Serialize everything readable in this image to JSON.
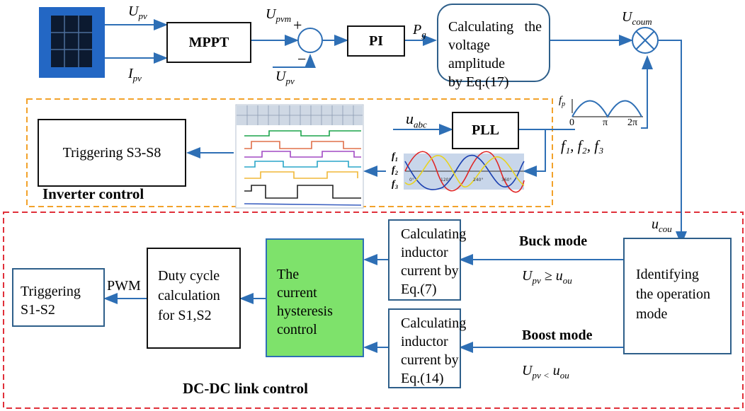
{
  "labels": {
    "upv_in": "U",
    "upv_in_sub": "pv",
    "ipv_in": "I",
    "ipv_in_sub": "pv",
    "upvm": "U",
    "upvm_sub": "pvm",
    "plus": "+",
    "minus": "−",
    "upv_fb": "U",
    "upv_fb_sub": "pv",
    "pg": "P",
    "pg_sub": "g",
    "ucoum": "U",
    "ucoum_sub": "coum",
    "uabc": "u",
    "uabc_sub": "abc",
    "fp": "f",
    "fp_sub": "p",
    "f123": "f₁, f₂, f₃",
    "ucou": "u",
    "ucou_sub": "cou",
    "buck_cond": "U",
    "buck_cond_sub": "pv",
    "buck_cond_rest": "≥ u",
    "buck_cond_rest_sub": "ou",
    "boost_cond": "U",
    "boost_cond_sub": "pv <",
    "boost_cond_rest": " u",
    "boost_cond_rest_sub": "ou",
    "pwm": "PWM",
    "axis_0": "0",
    "axis_pi": "π",
    "axis_2pi": "2π",
    "f1": "f₁",
    "f2": "f₂",
    "f3": "f₃"
  },
  "blocks": {
    "mppt": "MPPT",
    "pi": "PI",
    "pll": "PLL",
    "calc_amplitude_l1": "Calculating the",
    "calc_amplitude_l2": "voltage amplitude",
    "calc_amplitude_l3": "by Eq.(17)",
    "trig_s3s8": "Triggering S3-S8",
    "inverter_title": "Inverter control",
    "dcdc_title": "DC-DC link control",
    "buck_mode": "Buck mode",
    "boost_mode": "Boost mode",
    "calc_ind7": [
      "Calculating",
      "inductor",
      "current by",
      "Eq.(7)"
    ],
    "calc_ind14": [
      "Calculating",
      "inductor",
      "current by",
      "Eq.(14)"
    ],
    "identify": [
      "Identifying",
      "the operation",
      "mode"
    ],
    "hysteresis": [
      "The",
      "current",
      "hysteresis",
      "control"
    ],
    "duty": [
      "Duty cycle",
      "calculation",
      "for S1,S2"
    ],
    "trig_s1s2": [
      "Triggering",
      "S1-S2"
    ]
  },
  "colors": {
    "line_blue": "#2e6fb5",
    "box_blue": "#2e5f8a",
    "green_fill": "#7ee26b",
    "orange_dash": "#f2a22a",
    "red_dash": "#e0303a",
    "panel_blue": "#2367c4"
  }
}
